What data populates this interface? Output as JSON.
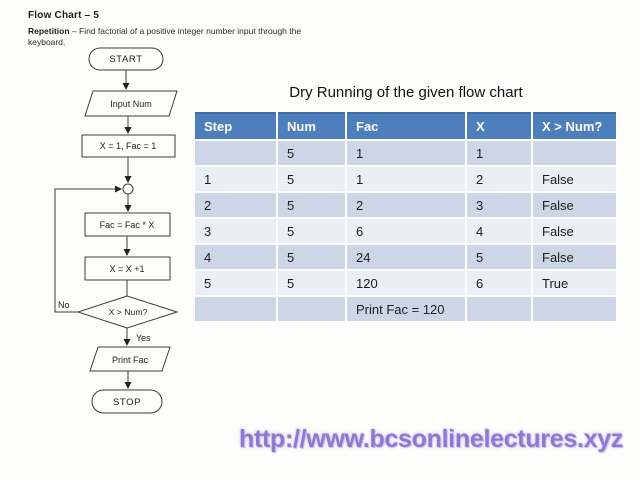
{
  "page": {
    "heading": "Flow Chart – 5",
    "description_lead": "Repetition",
    "description_rest": " – Find factorial of a positive integer number input through the keyboard."
  },
  "flowchart": {
    "start_label": "START",
    "input_label": "Input Num",
    "init_label": "X = 1, Fac = 1",
    "multiply_label": "Fac = Fac * X",
    "increment_label": "X = X +1",
    "decision_label": "X > Num?",
    "no_label": "No",
    "yes_label": "Yes",
    "print_label": "Print Fac",
    "stop_label": "STOP"
  },
  "table": {
    "title": "Dry Running of the given flow chart",
    "headers": [
      "Step",
      "Num",
      "Fac",
      "X",
      "X > Num?"
    ],
    "rows": [
      [
        "",
        "5",
        "1",
        "1",
        ""
      ],
      [
        "1",
        "5",
        "1",
        "2",
        "False"
      ],
      [
        "2",
        "5",
        "2",
        "3",
        "False"
      ],
      [
        "3",
        "5",
        "6",
        "4",
        "False"
      ],
      [
        "4",
        "5",
        "24",
        "5",
        "False"
      ],
      [
        "5",
        "5",
        "120",
        "6",
        "True"
      ],
      [
        "",
        "",
        "Print Fac = 120",
        "",
        ""
      ]
    ],
    "colors": {
      "header_bg": "#4d7fbd",
      "band_dark": "#ccd6e7",
      "band_light": "#eaeef5",
      "header_text": "#ffffff"
    }
  },
  "footer": {
    "url": "http://www.bcsonlinelectures.xyz",
    "url_color": "#9077d2"
  }
}
